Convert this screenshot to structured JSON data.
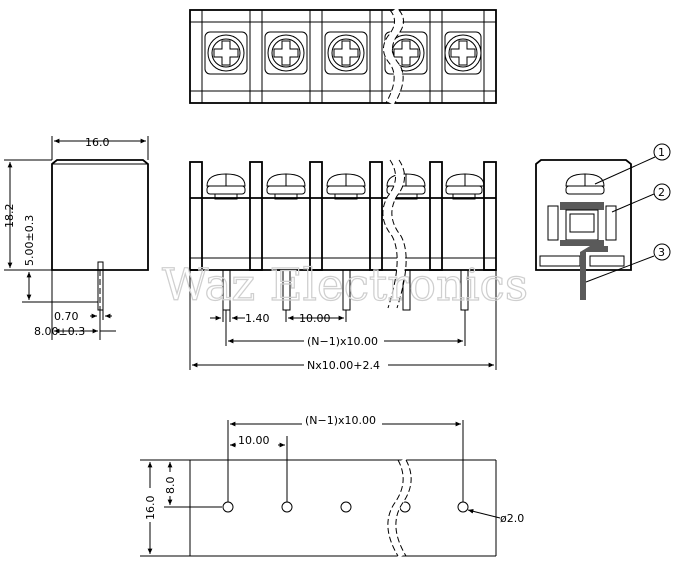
{
  "watermark": "Waz Electronics",
  "side_view": {
    "width_dim": "16.0",
    "height_dim": "18.2",
    "pin_len_dim": "5.00±0.3",
    "pin_thick_dim": "0.70",
    "pin_offset_dim": "8.00±0.3"
  },
  "front_view": {
    "pin_width_dim": "1.40",
    "pitch_dim": "10.00",
    "span_dim": "(N−1)x10.00",
    "total_dim": "Nx10.00+2.4"
  },
  "section_view": {
    "callouts": [
      "1",
      "2",
      "3"
    ]
  },
  "pcb_layout": {
    "span_dim": "(N−1)x10.00",
    "pitch_dim": "10.00",
    "height_dim": "16.0",
    "hole_row_dim": "8.0",
    "hole_dim": "ø2.0"
  },
  "colors": {
    "line": "#000000",
    "fill_dark": "#5a5a5a",
    "watermark": "#cfcfcf"
  }
}
